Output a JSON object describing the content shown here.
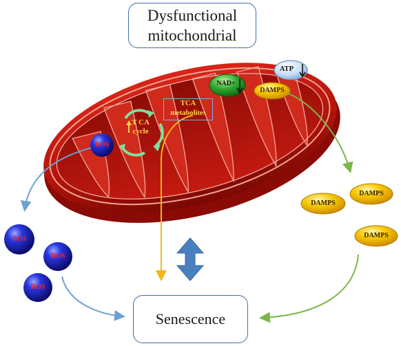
{
  "title": {
    "line1": "Dysfunctional",
    "line2": "mitochondrial"
  },
  "outcome": "Senescence",
  "inner": {
    "tca_cycle": {
      "line1": "T CA",
      "line2": "cycle"
    },
    "tca_metabolites": {
      "line1": "TCA",
      "line2": "metabolites"
    },
    "nad": "NAD+",
    "atp": "ATP",
    "damps": "DAMPS",
    "ros": "ROS"
  },
  "released": {
    "ros": [
      "ROS",
      "ROS",
      "ROS"
    ],
    "damps": [
      "DAMPS",
      "DAMPS",
      "DAMPS"
    ]
  },
  "colors": {
    "mito_red": "#c0140c",
    "ros_blue": "#1a1ec8",
    "damps_yellow": "#f2b800",
    "nad_green": "#2aa12a",
    "atp_blue": "#bcd8f4",
    "arrow_ros": "#6fa0d4",
    "arrow_tca": "#f3b615",
    "arrow_damps": "#7ab648",
    "double_arrow": "#4a80c0",
    "box_border": "#3f6da4"
  },
  "icons": [
    "up-arrow-icon",
    "down-arrow-icon",
    "double-arrow-icon",
    "cycle-arrows-icon"
  ]
}
